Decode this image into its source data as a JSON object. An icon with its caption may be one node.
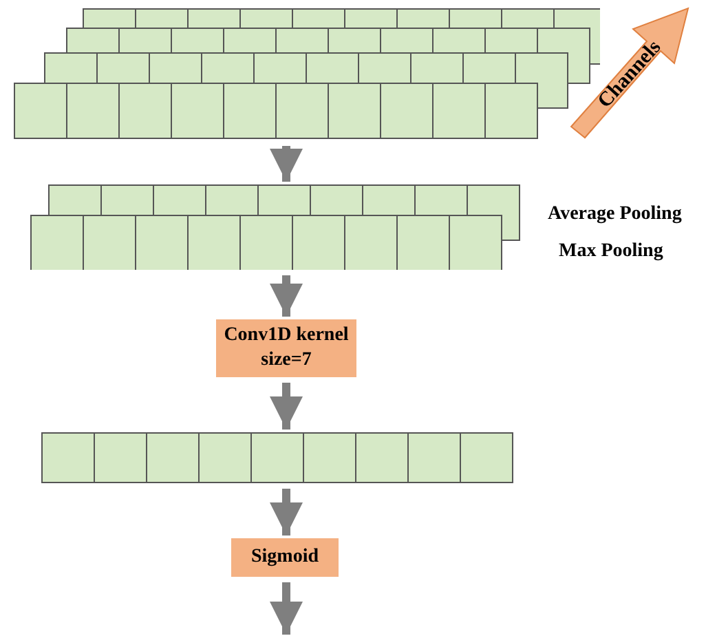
{
  "diagram": {
    "nodes": [
      {
        "text": [],
        "shape": "picture"
      },
      {
        "text": [],
        "shape": "picture"
      },
      {
        "text": [
          "Conv1D kernel size=7"
        ]
      },
      {
        "text": [],
        "shape": "picture"
      },
      {
        "text": [
          "Sigmoid"
        ]
      }
    ],
    "edges": [
      {
        "from": 0,
        "to": 1,
        "arrow": "to"
      },
      {
        "from": 1,
        "to": 2,
        "arrow": "to"
      },
      {
        "from": 2,
        "to": 3,
        "arrow": "to"
      },
      {
        "from": 3,
        "to": 4,
        "arrow": "to"
      },
      {
        "from": 4,
        "to": null,
        "arrow": "to"
      }
    ],
    "labels": [
      "Channels",
      "Average Pooling",
      "Max Pooling"
    ]
  }
}
